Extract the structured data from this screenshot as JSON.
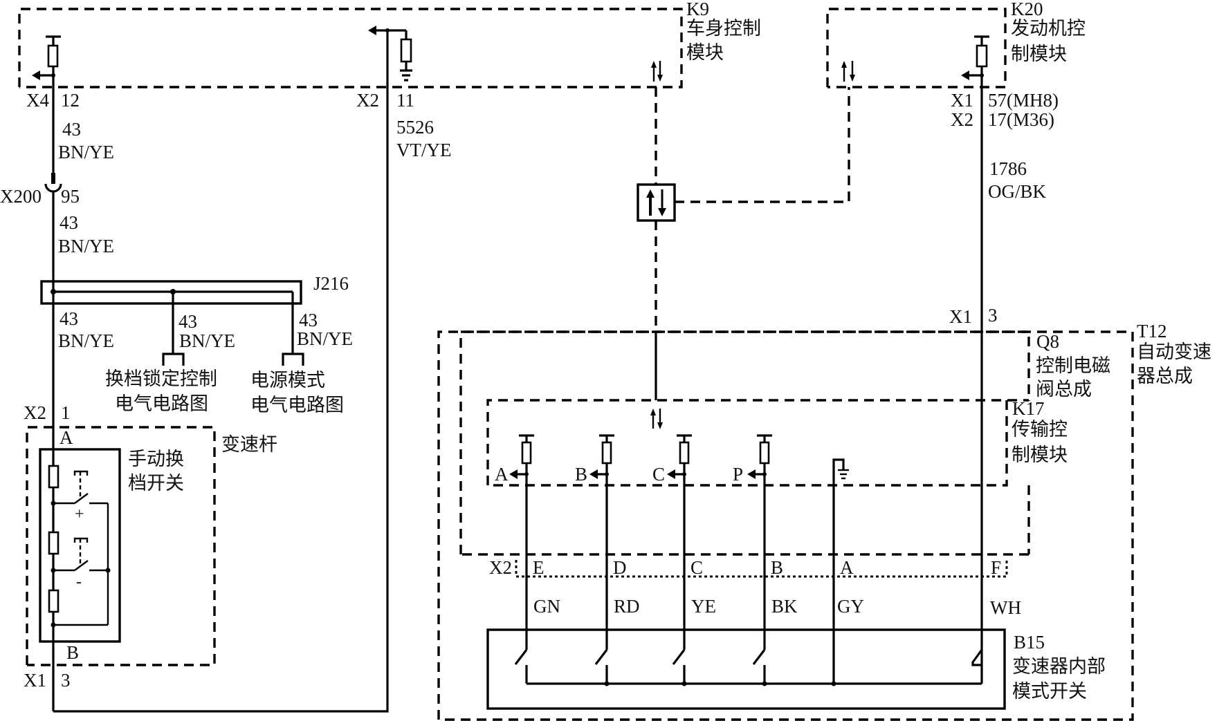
{
  "diagram": {
    "type": "automotive-wiring-diagram",
    "modules": {
      "k9": {
        "code": "K9",
        "name_line1": "车身控制",
        "name_line2": "模块"
      },
      "k20": {
        "code": "K20",
        "name_line1": "发动机控",
        "name_line2": "制模块"
      },
      "t12": {
        "code": "T12",
        "name_line1": "自动变速",
        "name_line2": "器总成"
      },
      "q8": {
        "code": "Q8",
        "name_line1": "控制电磁",
        "name_line2": "阀总成"
      },
      "k17": {
        "code": "K17",
        "name_line1": "传输控",
        "name_line2": "制模块"
      },
      "b15": {
        "code": "B15",
        "name_line1": "变速器内部",
        "name_line2": "模式开关"
      },
      "shifter": {
        "name": "变速杆"
      },
      "manual_switch": {
        "name_line1": "手动换",
        "name_line2": "档开关",
        "pin_top": "A",
        "pin_bottom": "B",
        "plus": "+",
        "minus": "-"
      },
      "j216": {
        "code": "J216"
      }
    },
    "connectors": {
      "x4": {
        "conn": "X4",
        "pin": "12"
      },
      "x2_k9": {
        "conn": "X2",
        "pin": "11"
      },
      "x200": {
        "conn": "X200",
        "pin": "95"
      },
      "x2_shift": {
        "conn": "X2",
        "pin": "1"
      },
      "x1_shift": {
        "conn": "X1",
        "pin": "3"
      },
      "k20_x1": {
        "conn": "X1",
        "pin": "57(MH8)"
      },
      "k20_x2": {
        "conn": "X2",
        "pin": "17(M36)"
      },
      "t12_x1": {
        "conn": "X1",
        "pin": "3"
      },
      "t12_x2": {
        "conn": "X2"
      }
    },
    "wires": {
      "w43_a": {
        "circuit": "43",
        "color": "BN/YE"
      },
      "w43_b": {
        "circuit": "43",
        "color": "BN/YE"
      },
      "w43_c": {
        "circuit": "43",
        "color": "BN/YE"
      },
      "w43_d": {
        "circuit": "43",
        "color": "BN/YE"
      },
      "w43_e": {
        "circuit": "43",
        "color": "BN/YE"
      },
      "w5526": {
        "circuit": "5526",
        "color": "VT/YE"
      },
      "w1786": {
        "circuit": "1786",
        "color": "OG/BK"
      }
    },
    "references": {
      "shift_lock": {
        "line1": "换档锁定控制",
        "line2": "电气电路图"
      },
      "power_mode": {
        "line1": "电源模式",
        "line2": "电气电路图"
      }
    },
    "k17_inputs": [
      {
        "signal": "A",
        "pin": "E",
        "color": "GN"
      },
      {
        "signal": "B",
        "pin": "D",
        "color": "RD"
      },
      {
        "signal": "C",
        "pin": "C",
        "color": "YE"
      },
      {
        "signal": "P",
        "pin": "B",
        "color": "BK"
      }
    ],
    "k17_ground": {
      "pin": "A",
      "color": "GY"
    },
    "k17_supply": {
      "pin": "F",
      "color": "WH"
    }
  }
}
